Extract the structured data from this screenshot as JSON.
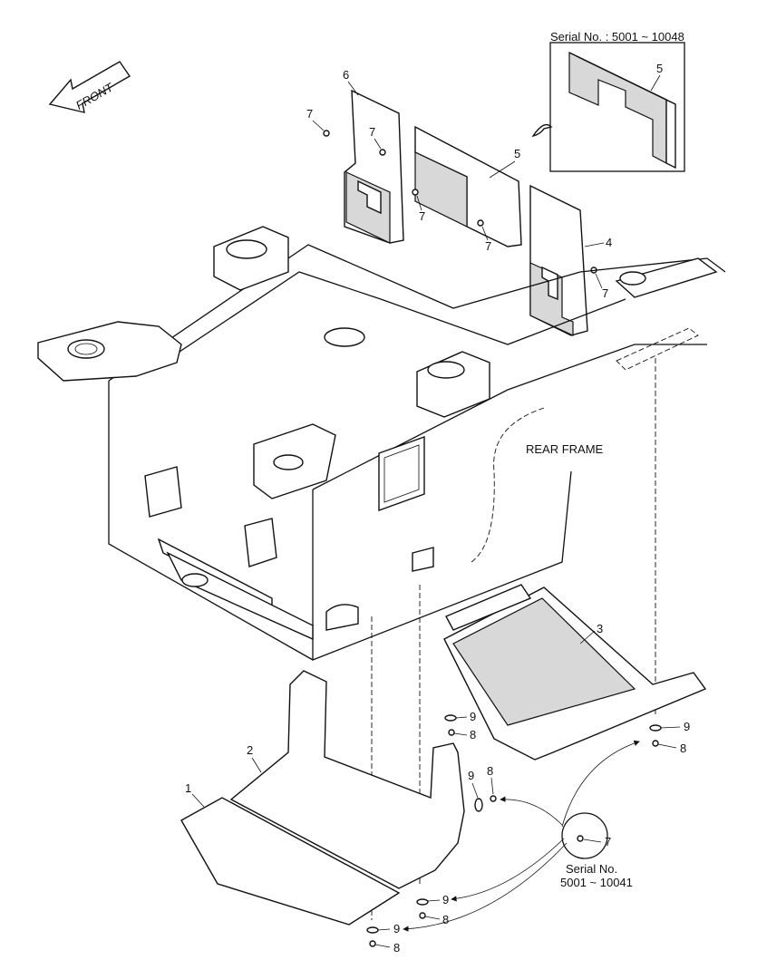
{
  "diagram": {
    "front_label": "FRONT",
    "rear_frame_label": "REAR FRAME",
    "inset_serial_top": "Serial No. : 5001 ~ 10048",
    "inset_serial_bottom_line1": "Serial No.",
    "inset_serial_bottom_line2": "5001 ~ 10041",
    "callouts": {
      "c1": "1",
      "c2": "2",
      "c3": "3",
      "c4": "4",
      "c5_inset": "5",
      "c5": "5",
      "c6": "6",
      "c7a": "7",
      "c7b": "7",
      "c7c": "7",
      "c7d": "7",
      "c7e": "7",
      "c7_inset": "7",
      "c8a": "8",
      "c8b": "8",
      "c8c": "8",
      "c8d": "8",
      "c8e": "8",
      "c9a": "9",
      "c9b": "9",
      "c9c": "9",
      "c9d": "9",
      "c9e": "9"
    }
  }
}
